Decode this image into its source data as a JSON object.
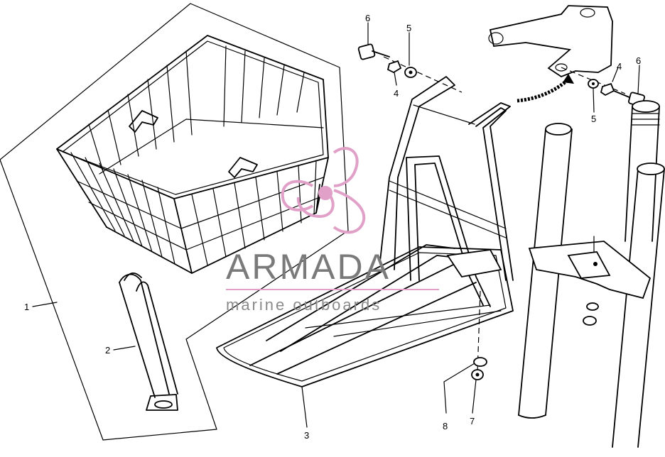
{
  "parts": [
    {
      "number": "1"
    },
    {
      "number": "2"
    },
    {
      "number": "3"
    },
    {
      "number": "4"
    },
    {
      "number": "5"
    },
    {
      "number": "6"
    },
    {
      "number": "7"
    },
    {
      "number": "8"
    }
  ],
  "watermark": {
    "title": "ARMADA",
    "subtitle": "marine outboards",
    "brand_color": "#e0a0c8"
  }
}
